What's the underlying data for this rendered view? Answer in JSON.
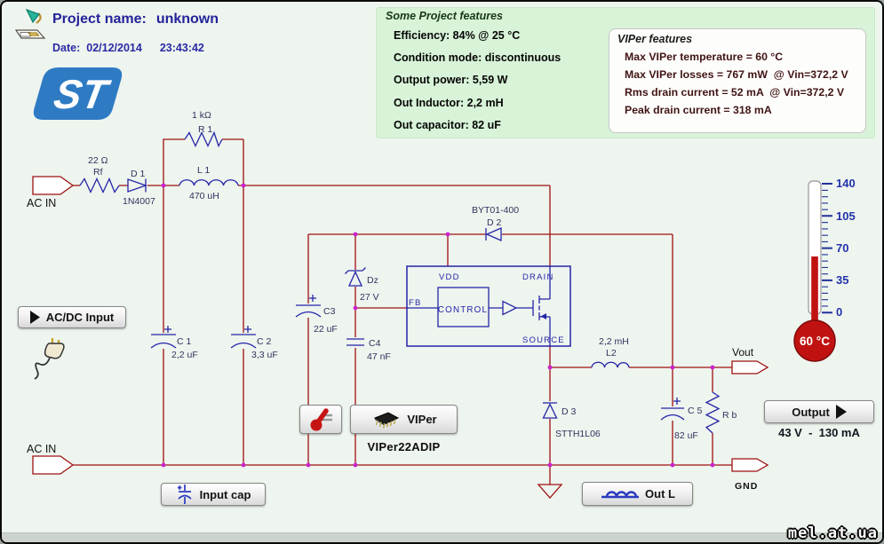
{
  "header": {
    "project_label": "Project name:",
    "project_value": "unknown",
    "date_label": "Date:",
    "date_value": "02/12/2014",
    "time_value": "23:43:42",
    "logo": "ST"
  },
  "project_features": {
    "title": "Some Project features",
    "items": [
      "Efficiency: 84% @ 25 °C",
      "Condition mode: discontinuous",
      "Output power:  5,59 W",
      "Out Inductor:  2,2 mH",
      "Out capacitor: 82 uF"
    ]
  },
  "viper_features": {
    "title": "VIPer features",
    "items": [
      "Max VIPer temperature = 60 °C",
      "Max VIPer losses = 767 mW  @ Vin=372,2 V",
      "Rms drain current = 52 mA  @ Vin=372,2 V",
      "Peak drain current = 318 mA"
    ]
  },
  "buttons": {
    "acdc_input": "AC/DC Input",
    "input_cap": "Input cap",
    "out_l": "Out L",
    "output": "Output",
    "viper": "VIPer"
  },
  "schematic": {
    "part_name": "VIPer22ADIP",
    "output_rating": "43 V  -  130 mA",
    "labels": {
      "ac_in_top": "AC IN",
      "ac_in_bottom": "AC IN",
      "rf_value": "22 Ω",
      "rf_name": "Rf",
      "d1_name": "D 1",
      "d1_part": "1N4007",
      "r1_value": "1 kΩ",
      "r1_name": "R 1",
      "l1_name": "L 1",
      "l1_value": "470 uH",
      "c1_name": "C 1",
      "c1_value": "2,2 uF",
      "c2_name": "C 2",
      "c2_value": "3,3 uF",
      "c3_name": "C3",
      "c3_value": "22 uF",
      "dz_name": "Dz",
      "dz_value": "27 V",
      "c4_name": "C4",
      "c4_value": "47 nF",
      "d2_part": "BYT01-400",
      "d2_name": "D 2",
      "pin_vdd": "VDD",
      "pin_drain": "DRAIN",
      "pin_fb": "FB",
      "pin_source": "SOURCE",
      "control": "CONTROL",
      "l2_value": "2,2 mH",
      "l2_name": "L2",
      "d3_name": "D 3",
      "d3_part": "STTH1L06",
      "c5_name": "C 5",
      "c5_value": "82 uF",
      "rb_name": "R b",
      "vout": "Vout",
      "gnd": "GND"
    }
  },
  "thermometer": {
    "ticks": [
      "140",
      "105",
      "70",
      "35",
      "0"
    ],
    "value_label": "60 °C"
  },
  "watermark": "mel.at.ua",
  "colors": {
    "wire": "#9e1111",
    "component": "#2525a8",
    "node_dot": "#cc22cc",
    "panel_green": "#d8f3d8",
    "thermometer_red": "#c11212",
    "st_blue": "#2e7bc4",
    "heading_blue": "#23239a"
  }
}
